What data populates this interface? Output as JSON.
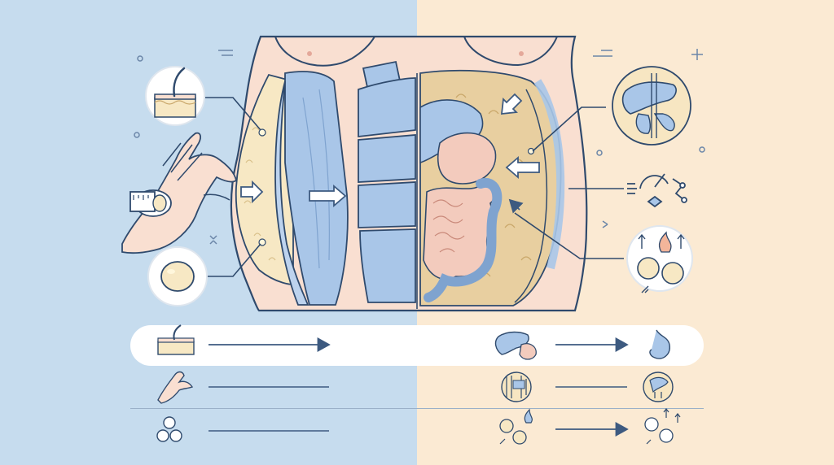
{
  "diagram": {
    "colors": {
      "left_background": "#c6dcee",
      "right_background": "#fbead3",
      "outline": "#2f4a6d",
      "muscle_blue": "#a9c6e8",
      "fat_yellow": "#f7e8c4",
      "visceral_fat": "#e8cfa0",
      "skin": "#f9dfd1",
      "organ_pink": "#f3cbbd",
      "arrow": "#3d5a80"
    },
    "panels": [
      {
        "side": "left",
        "theme": "subcutaneous-fat"
      },
      {
        "side": "right",
        "theme": "visceral-fat"
      }
    ],
    "callout_icons": [
      "skin-fat-layer-icon",
      "fat-cell-icon",
      "hand-pinch-tape-icon",
      "liver-organs-icon",
      "metabolism-gauge-icon",
      "fat-cells-flame-icon"
    ],
    "comparison_rows": [
      {
        "left_icon": "skin-layer-icon",
        "right_icon": "liver-icon",
        "right_target_icon": "stomach-icon",
        "highlighted": true
      },
      {
        "left_icon": "pinch-hand-icon",
        "right_icon": "organs-icon",
        "right_target_icon": "organ-circle-icon",
        "highlighted": false
      },
      {
        "left_icon": "fat-cells-icon",
        "right_icon": "fat-cells-flame-icon",
        "right_target_icon": "fat-cells-rising-icon",
        "highlighted": false
      }
    ]
  }
}
